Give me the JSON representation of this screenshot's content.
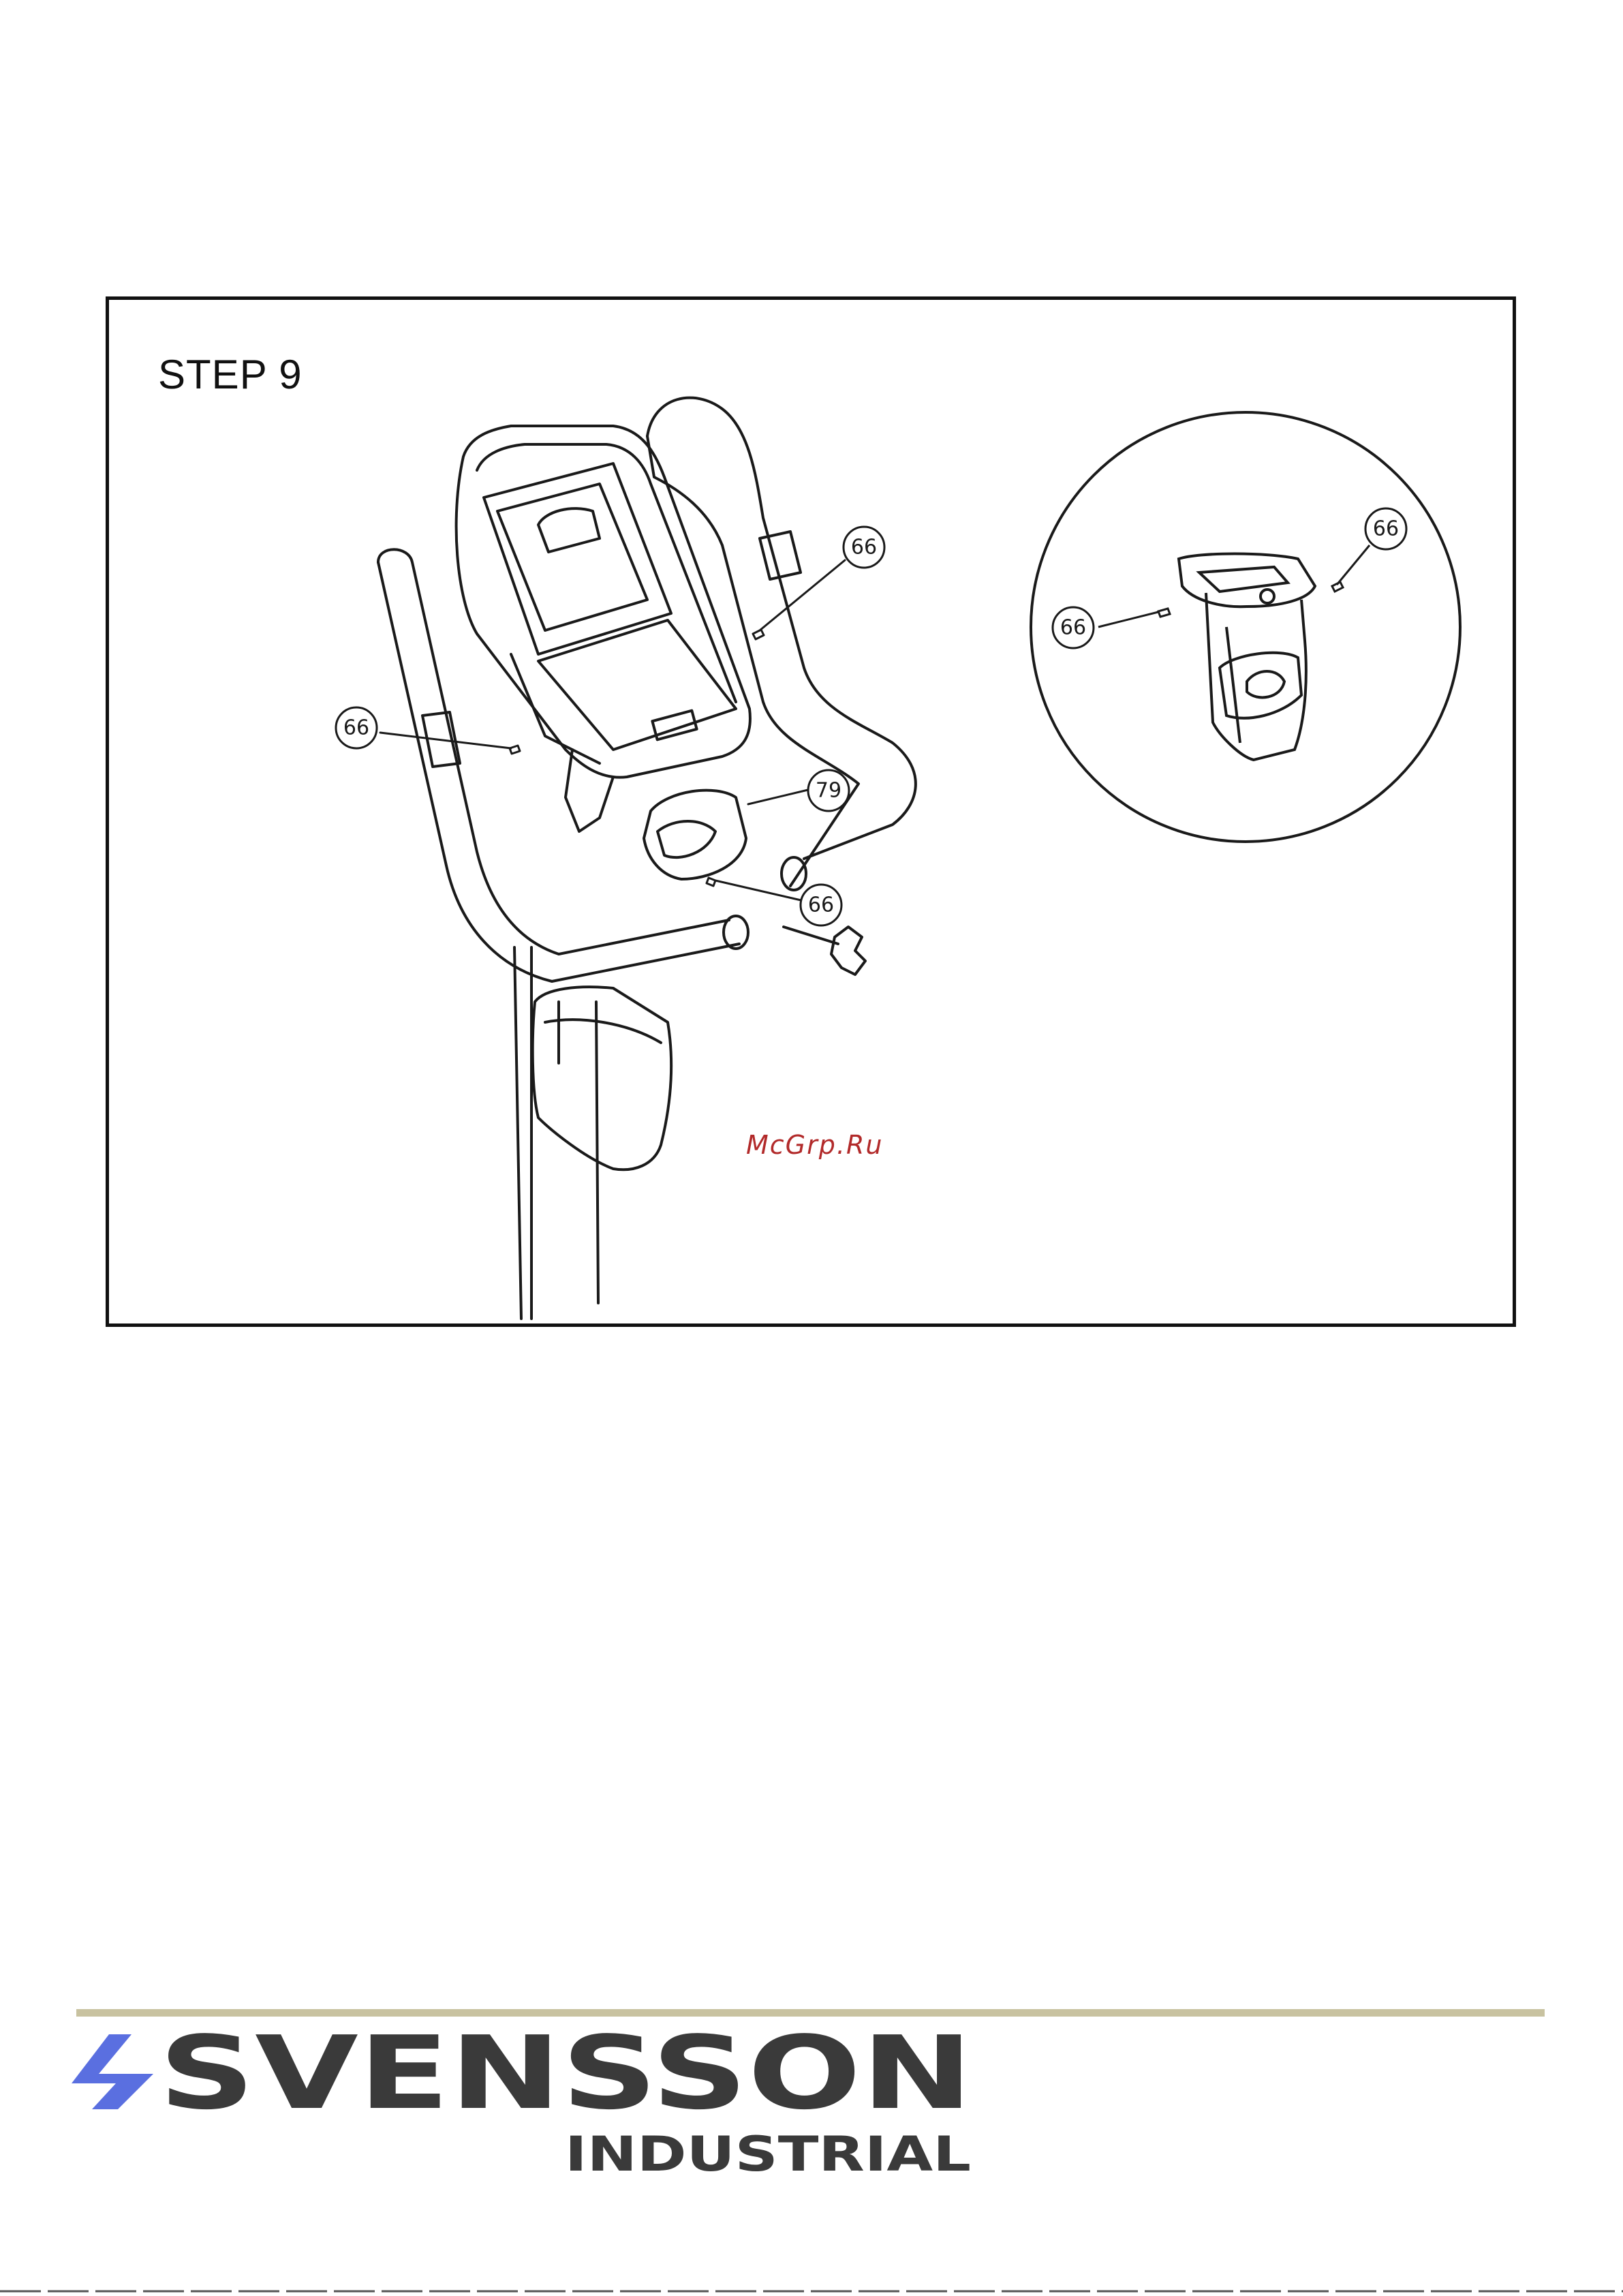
{
  "step": {
    "title": "STEP 9"
  },
  "callouts": {
    "part_66": "66",
    "part_79": "79"
  },
  "watermark": {
    "text": "McGrp.Ru"
  },
  "brand": {
    "name": "SVENSSON",
    "subtitle": "INDUSTRIAL",
    "rule_color": "#c8c2a0",
    "text_color": "#3a3a3a",
    "accent_color": "#5a6fe0",
    "icon": "slash-mark-icon"
  }
}
